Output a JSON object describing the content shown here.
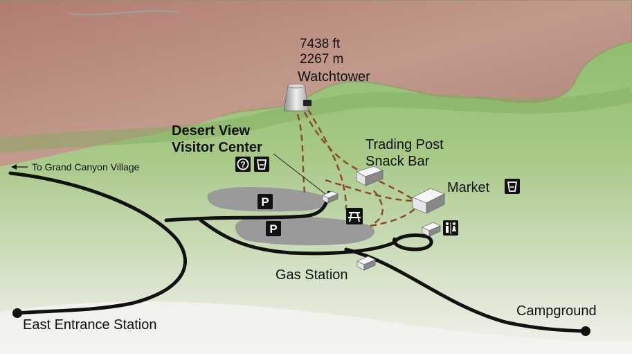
{
  "labels": {
    "elevation_ft": "7438 ft",
    "elevation_m": "2267 m",
    "watchtower": "Watchtower",
    "visitor_center_line1": "Desert View",
    "visitor_center_line2": "Visitor Center",
    "trading_post_line1": "Trading Post",
    "trading_post_line2": "Snack Bar",
    "market": "Market",
    "to_village": "To Grand Canyon Village",
    "gas_station": "Gas Station",
    "east_entrance": "East Entrance Station",
    "campground": "Campground",
    "parking": "P"
  },
  "icons": {
    "information": "information-icon",
    "drinking_water": "drinking-water-icon",
    "picnic_area": "picnic-table-icon",
    "restrooms": "restroom-icon",
    "parking": "parking-icon"
  },
  "colors": {
    "canyon_rock": "#b88a7c",
    "rim_forest": "#8fbf6a",
    "road": "#111111",
    "trail": "#8a4a2a",
    "parking_area": "#9a9a9a"
  }
}
